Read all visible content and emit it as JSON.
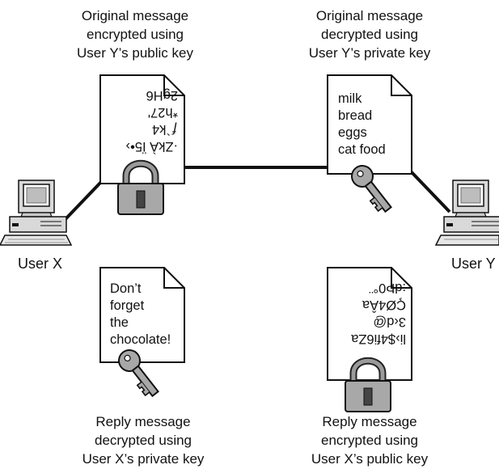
{
  "captions": {
    "top_left": [
      "Original message",
      "encrypted using",
      "User Y’s public key"
    ],
    "top_right": [
      "Original message",
      "decrypted using",
      "User Y’s private key"
    ],
    "bottom_left": [
      "Reply message",
      "decrypted using",
      "User X’s private key"
    ],
    "bottom_right": [
      "Reply message",
      "encrypted using",
      "User X’s public key"
    ]
  },
  "users": {
    "x": "User X",
    "y": "User Y"
  },
  "documents": {
    "encrypted_original": [
      "2gH6",
      "*h27'",
      "ƒ`k4",
      "·ZkÀ Ï5•›"
    ],
    "decrypted_original": [
      "milk",
      "bread",
      "eggs",
      "cat food"
    ],
    "decrypted_reply": [
      "Don’t",
      "forget",
      "the",
      "chocolate!"
    ],
    "encrypted_reply": [
      ":dÞ0°¨",
      "ÇØ4Âa",
      "3‹d@",
      "li›$4fi6Za"
    ]
  },
  "icons": {
    "computer_left": "computer-icon",
    "computer_right": "computer-icon",
    "padlock_top": "padlock-icon",
    "padlock_bottom": "padlock-icon",
    "key_top": "key-icon",
    "key_bottom": "key-icon"
  }
}
